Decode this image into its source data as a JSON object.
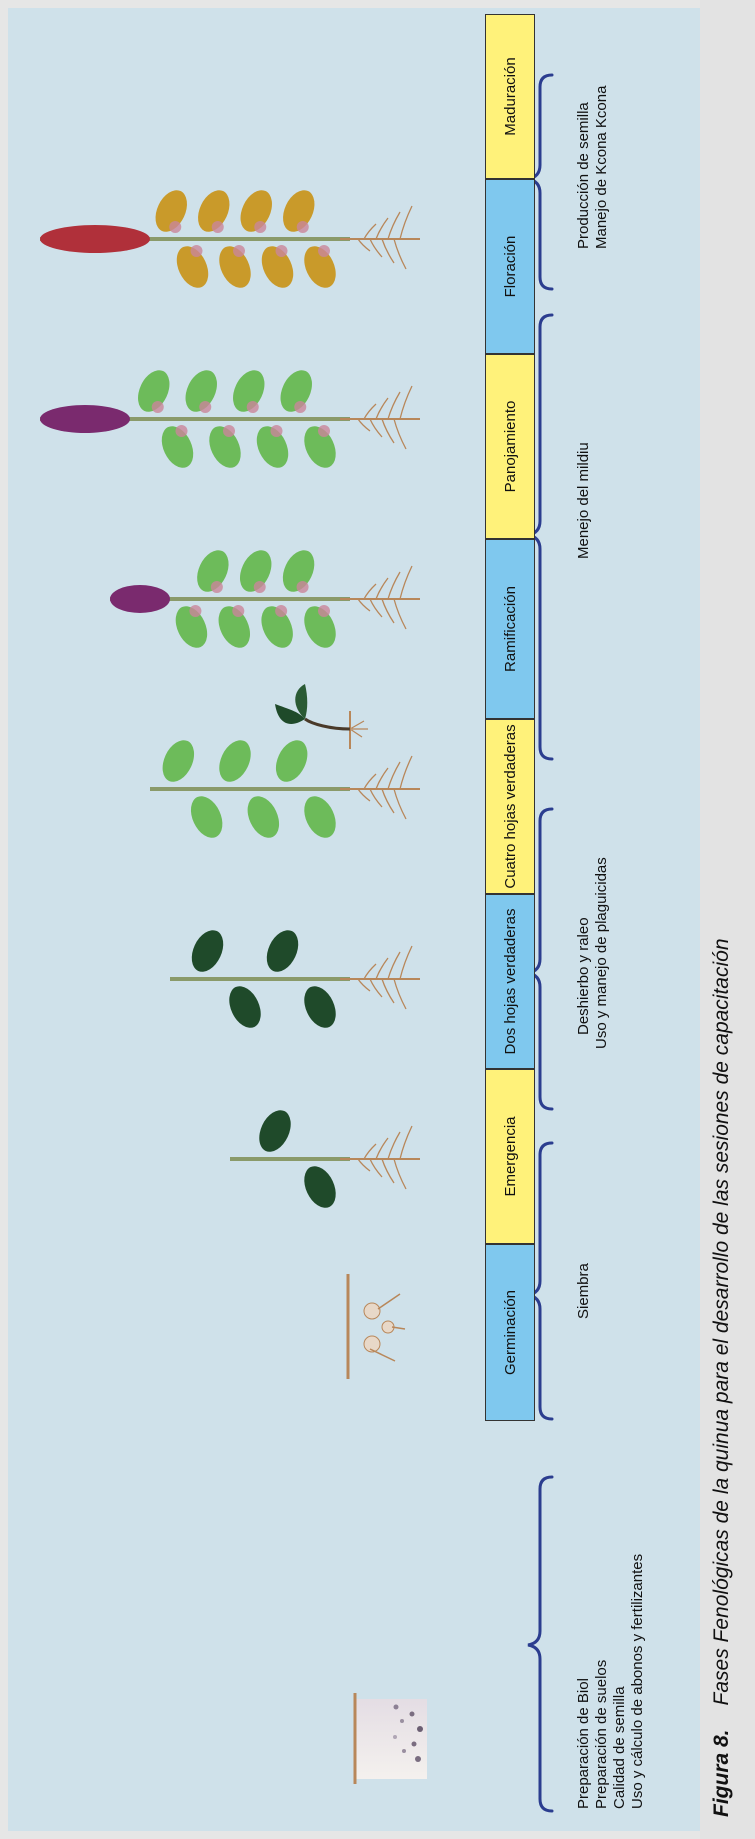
{
  "stages": [
    {
      "id": "germinacion",
      "label": "Germinación",
      "color": "blue"
    },
    {
      "id": "emergencia",
      "label": "Emergencia",
      "color": "yellow"
    },
    {
      "id": "dos-hojas",
      "label": "Dos hojas verdaderas",
      "color": "blue"
    },
    {
      "id": "cuatro-hojas",
      "label": "Cuatro hojas verdaderas",
      "color": "yellow"
    },
    {
      "id": "ramificacion",
      "label": "Ramificación",
      "color": "blue"
    },
    {
      "id": "panojamiento",
      "label": "Panojamiento",
      "color": "yellow"
    },
    {
      "id": "floracion",
      "label": "Floración",
      "color": "blue"
    },
    {
      "id": "maduracion",
      "label": "Maduración",
      "color": "yellow"
    }
  ],
  "activities": [
    {
      "lines": [
        "Preparación de Biol",
        "Preparación de suelos",
        "Calidad de semilla",
        "Uso y cálculo de abonos y fertilizantes"
      ]
    },
    {
      "lines": [
        "Siembra"
      ]
    },
    {
      "lines": [
        "Deshierbo y raleo",
        "Uso y  manejo de plaguicidas"
      ]
    },
    {
      "lines": [
        "Menejo del mildiu"
      ]
    },
    {
      "lines": [
        "Producción de semilla",
        "Manejo de Kcona Kcona"
      ]
    }
  ],
  "caption": {
    "label": "Figura 8.",
    "text": "Fases Fenológicas de la quinua para el desarrollo de las sesiones de capacitación"
  },
  "colors": {
    "background": "#cfe1ea",
    "stage_blue": "#7fc8ee",
    "stage_yellow": "#fff27a",
    "bracket": "#2b3d8f",
    "root": "#b8875a",
    "leaf_dark": "#1f4a2a",
    "leaf_light": "#6dbb5a",
    "panicle_purple": "#7a2a6e",
    "panicle_red": "#b0303a"
  },
  "icons": [
    "soil-container-icon",
    "seed-germination-icon",
    "seedling-emergence-icon",
    "two-leaves-plant-icon",
    "four-leaves-plant-icon",
    "branching-plant-icon",
    "panicle-plant-icon",
    "flowering-plant-icon",
    "mature-plant-icon"
  ]
}
